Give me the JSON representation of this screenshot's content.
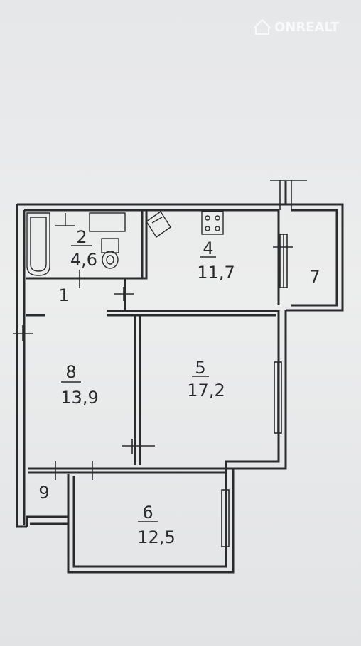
{
  "watermark": {
    "brand": "ONREALT"
  },
  "rooms": [
    {
      "id": "1",
      "number": "1",
      "area": ""
    },
    {
      "id": "2",
      "number": "2",
      "area": "4,6"
    },
    {
      "id": "4",
      "number": "4",
      "area": "11,7"
    },
    {
      "id": "5",
      "number": "5",
      "area": "17,2"
    },
    {
      "id": "6",
      "number": "6",
      "area": "12,5"
    },
    {
      "id": "7",
      "number": "7",
      "area": ""
    },
    {
      "id": "8",
      "number": "8",
      "area": "13,9"
    },
    {
      "id": "9",
      "number": "9",
      "area": ""
    }
  ],
  "colors": {
    "paper": "#e8e9eb",
    "ink": "#2b2b2d"
  }
}
